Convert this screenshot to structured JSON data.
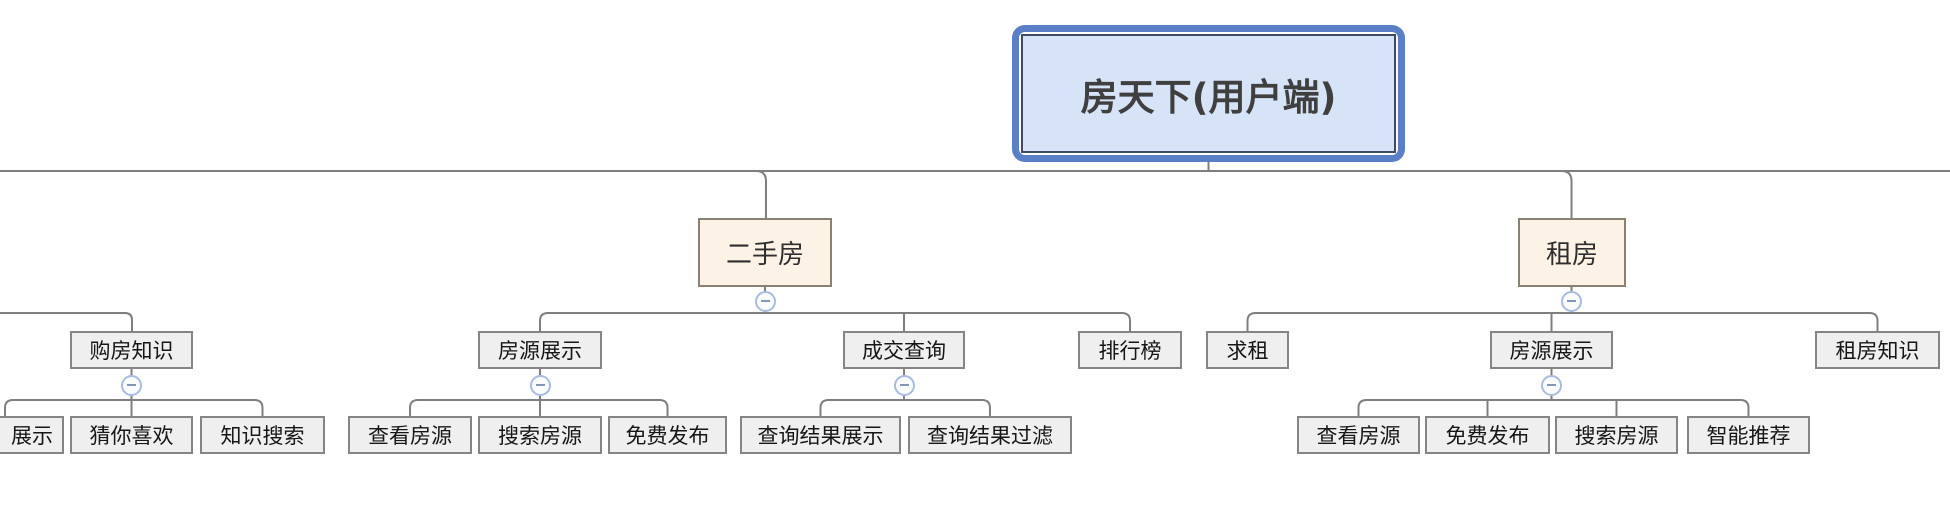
{
  "canvas": {
    "background": "#ffffff",
    "tool_hint": "mind-map tree view"
  },
  "colors": {
    "root_selection_ring": "#5b7fc6",
    "root_fill": "#d7e4f8",
    "root_inner_border": "#3e4a68",
    "branch_fill": "#fdf2e6",
    "branch_border": "#8b8173",
    "node_fill": "#efefef",
    "node_border": "#858585",
    "connector_line": "#7f7f7f",
    "collapse_icon_border": "#a9bcdf",
    "collapse_icon_dash": "#8596bb"
  },
  "mindmap": {
    "root": {
      "label": "房天下(用户端)"
    },
    "branches": [
      {
        "label": "二手房",
        "collapse_state": "expanded",
        "children": [
          {
            "label": "房源展示",
            "collapse_state": "expanded",
            "children": [
              {
                "label": "查看房源"
              },
              {
                "label": "搜索房源"
              },
              {
                "label": "免费发布"
              }
            ]
          },
          {
            "label": "成交查询",
            "collapse_state": "expanded",
            "children": [
              {
                "label": "查询结果展示"
              },
              {
                "label": "查询结果过滤"
              }
            ]
          },
          {
            "label": "排行榜"
          }
        ]
      },
      {
        "label": "租房",
        "collapse_state": "expanded",
        "children": [
          {
            "label": "求租"
          },
          {
            "label": "房源展示",
            "collapse_state": "expanded",
            "children": [
              {
                "label": "查看房源"
              },
              {
                "label": "免费发布"
              },
              {
                "label": "搜索房源"
              },
              {
                "label": "智能推荐"
              }
            ]
          },
          {
            "label": "租房知识"
          }
        ]
      }
    ],
    "clipped_left_branch": {
      "note": "parent node off-screen left",
      "children": [
        {
          "label": "购房知识",
          "collapse_state": "expanded",
          "children": [
            {
              "label": "展示",
              "truncated": true
            },
            {
              "label": "猜你喜欢"
            },
            {
              "label": "知识搜索"
            }
          ]
        }
      ]
    }
  }
}
